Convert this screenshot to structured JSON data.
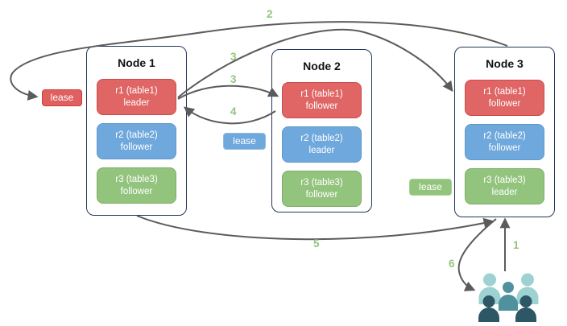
{
  "palette": {
    "red_fill": "#e06565",
    "red_border": "#d04a4a",
    "blue_fill": "#6fa8dc",
    "blue_border": "#5e97cc",
    "green_fill": "#93c47d",
    "green_border": "#7dae66",
    "node_border": "#24365c",
    "arrow": "#5b5b5b",
    "step_label": "#93c47d",
    "users_light": "#9ed1d1",
    "users_medium": "#4f929e",
    "users_dark": "#2e5766"
  },
  "nodes": [
    {
      "title": "Node 1",
      "replicas": [
        {
          "name": "r1 (table1)",
          "role": "leader",
          "color": "red"
        },
        {
          "name": "r2 (table2)",
          "role": "follower",
          "color": "blue"
        },
        {
          "name": "r3 (table3)",
          "role": "follower",
          "color": "green"
        }
      ]
    },
    {
      "title": "Node 2",
      "replicas": [
        {
          "name": "r1 (table1)",
          "role": "follower",
          "color": "red"
        },
        {
          "name": "r2 (table2)",
          "role": "leader",
          "color": "blue"
        },
        {
          "name": "r3 (table3)",
          "role": "follower",
          "color": "green"
        }
      ]
    },
    {
      "title": "Node 3",
      "replicas": [
        {
          "name": "r1 (table1)",
          "role": "follower",
          "color": "red"
        },
        {
          "name": "r2 (table2)",
          "role": "follower",
          "color": "blue"
        },
        {
          "name": "r3 (table3)",
          "role": "leader",
          "color": "green"
        }
      ]
    }
  ],
  "leases": [
    {
      "label": "lease",
      "color": "red"
    },
    {
      "label": "lease",
      "color": "blue"
    },
    {
      "label": "lease",
      "color": "green"
    }
  ],
  "steps": {
    "s1": "1",
    "s2": "2",
    "s3_upper": "3",
    "s3_lower": "3",
    "s4": "4",
    "s5": "5",
    "s6": "6"
  },
  "icons": {
    "users": "users-group-icon"
  }
}
